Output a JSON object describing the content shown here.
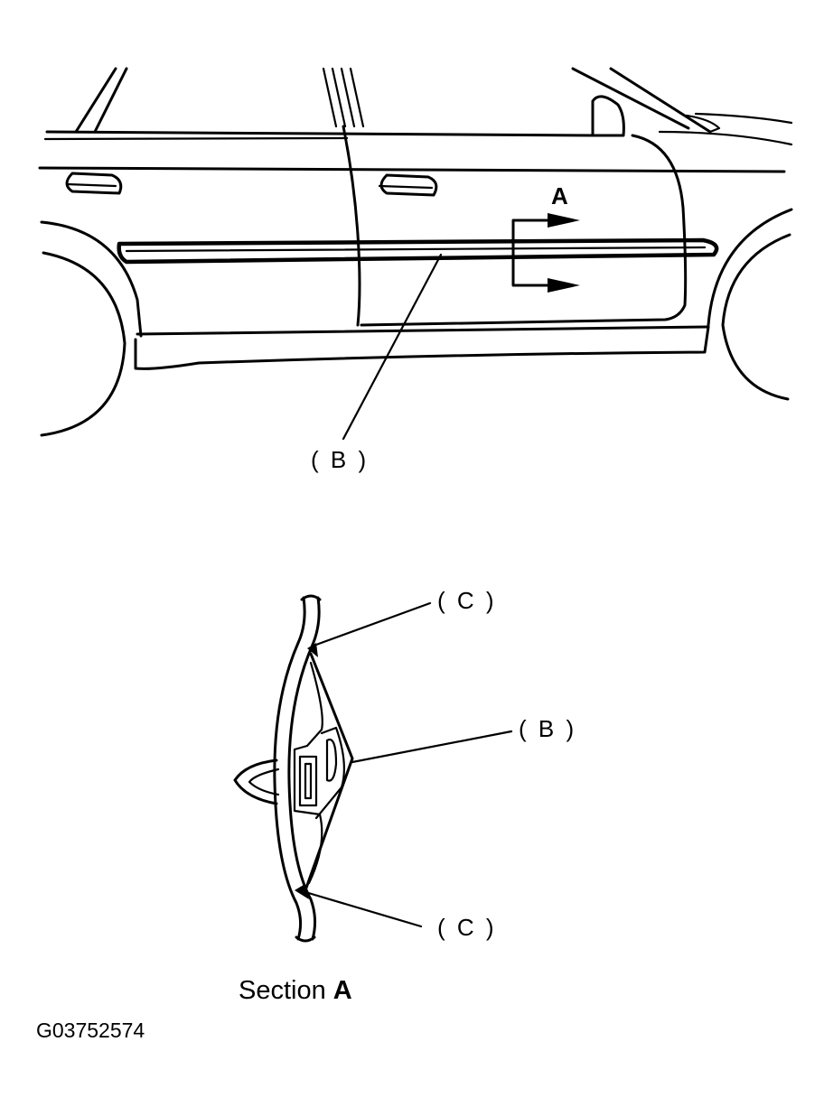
{
  "labels": {
    "arrow_label": "A",
    "molding_top": "( B )",
    "clip_top": "( C )",
    "molding_section": "( B )",
    "clip_bottom": "( C )",
    "section_word": "Section",
    "section_letter": "A",
    "figure_code": "G03752574"
  },
  "colors": {
    "line": "#000000",
    "background": "#ffffff"
  }
}
